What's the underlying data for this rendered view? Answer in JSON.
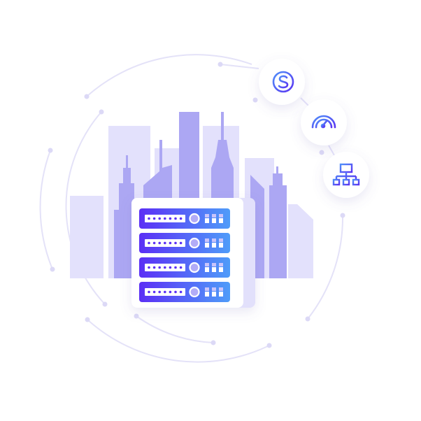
{
  "colors": {
    "background": "#ffffff",
    "orbit_line": "#e4e2f8",
    "orbit_dot": "#dcd9f6",
    "building_light": "#e3e1fc",
    "building_dark": "#aca7f3",
    "server_panel": "#ffffff",
    "server_side": "#e2e0fb",
    "rack_gradient_start": "#5b2ff5",
    "rack_gradient_end": "#4f9cf9",
    "rack_knob": "#b2acf7",
    "icon_gradient_start": "#4f8ff9",
    "icon_gradient_end": "#5b35f2"
  },
  "server": {
    "rack_units": 4,
    "leds_per_unit": 7,
    "ports_per_unit": 3
  },
  "feature_icons": [
    {
      "icon": "dollar-circle-icon"
    },
    {
      "icon": "speedometer-icon"
    },
    {
      "icon": "network-hierarchy-icon"
    }
  ]
}
